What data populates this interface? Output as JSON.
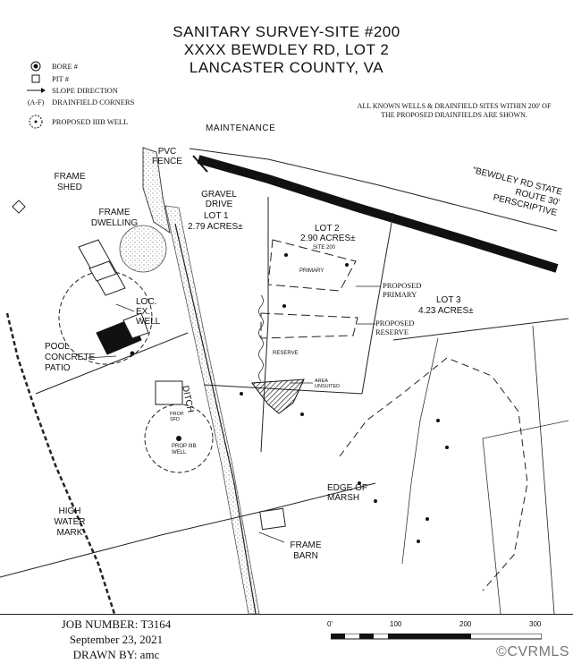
{
  "title": {
    "line1": "SANITARY SURVEY-SITE #200",
    "line2": "XXXX BEWDLEY RD, LOT 2",
    "line3": "LANCASTER COUNTY, VA"
  },
  "legend": [
    {
      "symbol": "bore-icon",
      "label": "BORE #"
    },
    {
      "symbol": "pit-icon",
      "label": "PIT #"
    },
    {
      "symbol": "slope-arrow-icon",
      "label": "SLOPE DIRECTION"
    },
    {
      "symbol_text": "(A-F)",
      "label": "DRAINFIELD CORNERS"
    },
    {
      "symbol": "proposed-well-icon",
      "label": "PROPOSED IIIB WELL"
    }
  ],
  "note": "ALL KNOWN WELLS & DRAINFIELD SITES WITHIN 200' OF THE PROPOSED DRAINFIELDS ARE SHOWN.",
  "map_labels": {
    "maintenance": "MAINTENANCE",
    "pvc_fence": "PVC FENCE",
    "frame_shed": "FRAME SHED",
    "gravel_drive": "GRAVEL DRIVE",
    "lot1": "LOT 1",
    "lot1_area": "2.79 ACRES±",
    "frame_dwelling": "FRAME DWELLING",
    "road_name": "\"BEWDLEY RD STATE ROUTE 30' PERSCRIPTIVE",
    "lot2": "LOT 2",
    "lot2_area": "2.90 ACRES±",
    "site": "SITE 200",
    "primary": "PRIMARY",
    "proposed_primary": "PROPOSED PRIMARY",
    "lot3": "LOT 3",
    "lot3_area": "4.23 ACRES±",
    "loc_ex_well": "LOC. EX. WELL",
    "proposed_reserve": "PROPOSED RESERVE",
    "reserve": "RESERVE",
    "pool_patio": "POOL CONCRETE PATIO",
    "ditch": "DITCH",
    "area_unsuited": "AREA UNSUITED",
    "prop_sfd": "PROP. SFD",
    "prop_well": "PROP IIIB WELL",
    "edge_of_marsh": "EDGE OF MARSH",
    "high_water_mark": "HIGH WATER MARK",
    "frame_barn": "FRAME BARN"
  },
  "footer": {
    "job_number": "JOB NUMBER: T3164",
    "date": "September 23, 2021",
    "drawn_by": "DRAWN BY: amc"
  },
  "scale": {
    "labels": [
      "0'",
      "100",
      "200",
      "300"
    ]
  },
  "watermark": "©CVRMLS"
}
